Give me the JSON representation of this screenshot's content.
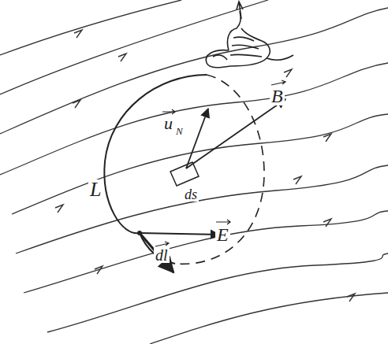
{
  "diagram": {
    "labels": [
      "L",
      "u",
      "N",
      "B",
      "ds",
      "E",
      "dl"
    ]
  }
}
